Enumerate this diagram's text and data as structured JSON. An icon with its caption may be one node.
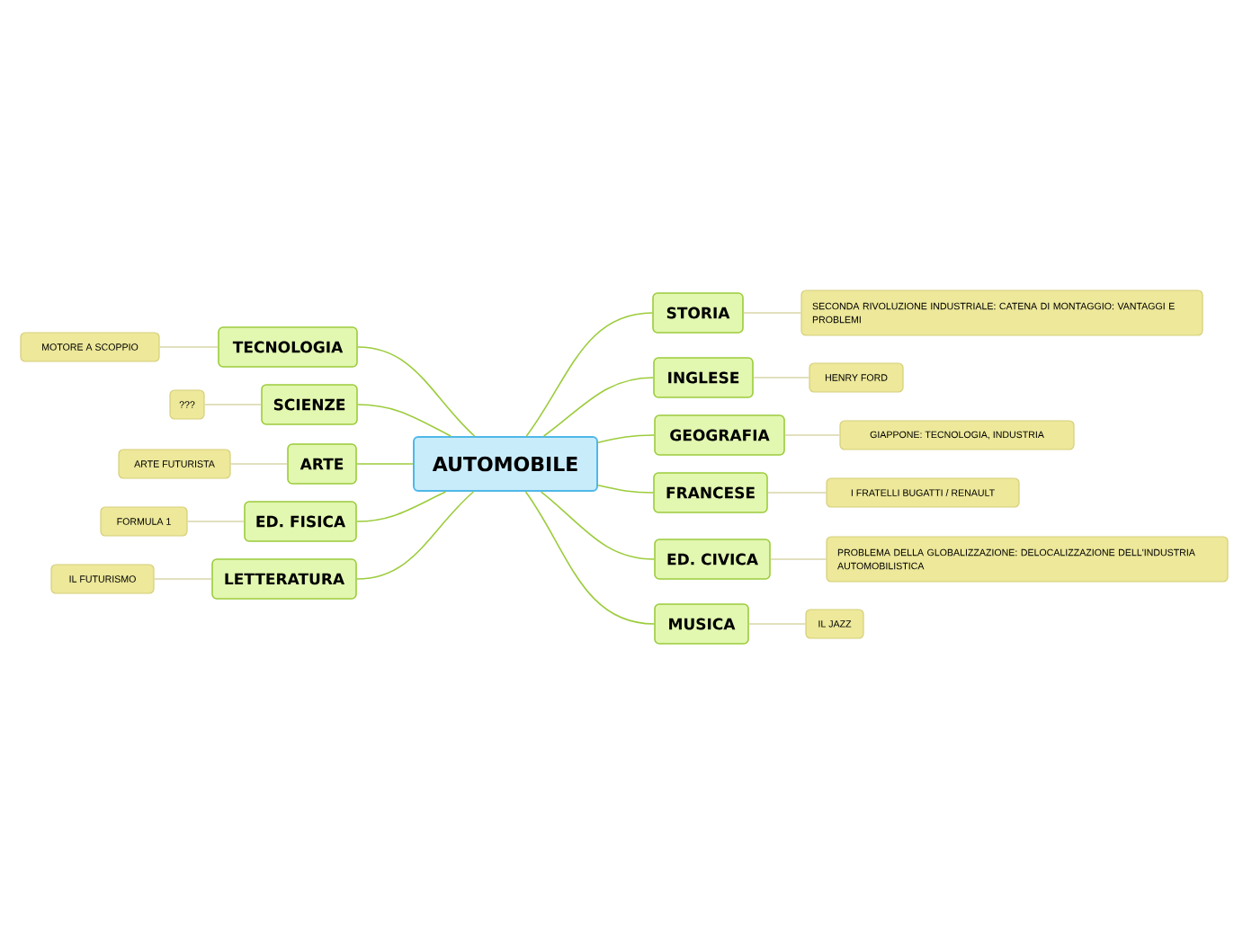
{
  "diagram": {
    "nodes": [
      {
        "text": [
          "AUTOMOBILE"
        ]
      },
      {
        "text": [
          "STORIA"
        ]
      },
      {
        "text": [
          "SECONDA RIVOLUZIONE INDUSTRIALE: CATENA DI MONTAGGIO: VANTAGGI E PROBLEMI"
        ]
      },
      {
        "text": [
          "INGLESE"
        ]
      },
      {
        "text": [
          "HENRY FORD"
        ]
      },
      {
        "text": [
          "GEOGRAFIA"
        ]
      },
      {
        "text": [
          "GIAPPONE: TECNOLOGIA, INDUSTRIA"
        ]
      },
      {
        "text": [
          "FRANCESE"
        ]
      },
      {
        "text": [
          "I FRATELLI BUGATTI / RENAULT"
        ]
      },
      {
        "text": [
          "ED. CIVICA"
        ]
      },
      {
        "text": [
          "PROBLEMA DELLA GLOBALIZZAZIONE: DELOCALIZZAZIONE DELL'INDUSTRIA AUTOMOBILISTICA"
        ]
      },
      {
        "text": [
          "MUSICA"
        ]
      },
      {
        "text": [
          "IL JAZZ"
        ]
      },
      {
        "text": [
          "TECNOLOGIA"
        ]
      },
      {
        "text": [
          "MOTORE A SCOPPIO"
        ]
      },
      {
        "text": [
          "SCIENZE"
        ]
      },
      {
        "text": [
          "???"
        ]
      },
      {
        "text": [
          "ARTE"
        ]
      },
      {
        "text": [
          "ARTE FUTURISTA"
        ]
      },
      {
        "text": [
          "ED. FISICA"
        ]
      },
      {
        "text": [
          "FORMULA 1"
        ]
      },
      {
        "text": [
          "LETTERATURA"
        ]
      },
      {
        "text": [
          "IL FUTURISMO"
        ]
      }
    ],
    "edges": [
      {
        "from": 0,
        "to": 1,
        "arrow": "none"
      },
      {
        "from": 1,
        "to": 2,
        "arrow": "none",
        "color": "#d9d6a8"
      },
      {
        "from": 0,
        "to": 3,
        "arrow": "none"
      },
      {
        "from": 3,
        "to": 4,
        "arrow": "none",
        "color": "#d9d6a8"
      },
      {
        "from": 0,
        "to": 5,
        "arrow": "none"
      },
      {
        "from": 5,
        "to": 6,
        "arrow": "none",
        "color": "#d9d6a8"
      },
      {
        "from": 0,
        "to": 7,
        "arrow": "none"
      },
      {
        "from": 7,
        "to": 8,
        "arrow": "none",
        "color": "#d9d6a8"
      },
      {
        "from": 0,
        "to": 9,
        "arrow": "none"
      },
      {
        "from": 9,
        "to": 10,
        "arrow": "none",
        "color": "#d9d6a8"
      },
      {
        "from": 0,
        "to": 11,
        "arrow": "none"
      },
      {
        "from": 11,
        "to": 12,
        "arrow": "none",
        "color": "#d9d6a8"
      },
      {
        "from": 0,
        "to": 13,
        "arrow": "none"
      },
      {
        "from": 13,
        "to": 14,
        "arrow": "none",
        "color": "#d9d6a8"
      },
      {
        "from": 0,
        "to": 15,
        "arrow": "none"
      },
      {
        "from": 15,
        "to": 16,
        "arrow": "none",
        "color": "#d9d6a8"
      },
      {
        "from": 0,
        "to": 17,
        "arrow": "none"
      },
      {
        "from": 17,
        "to": 18,
        "arrow": "none",
        "color": "#d9d6a8"
      },
      {
        "from": 0,
        "to": 19,
        "arrow": "none"
      },
      {
        "from": 19,
        "to": 20,
        "arrow": "none",
        "color": "#d9d6a8"
      },
      {
        "from": 0,
        "to": 21,
        "arrow": "none"
      },
      {
        "from": 21,
        "to": 22,
        "arrow": "none",
        "color": "#d9d6a8"
      }
    ]
  }
}
